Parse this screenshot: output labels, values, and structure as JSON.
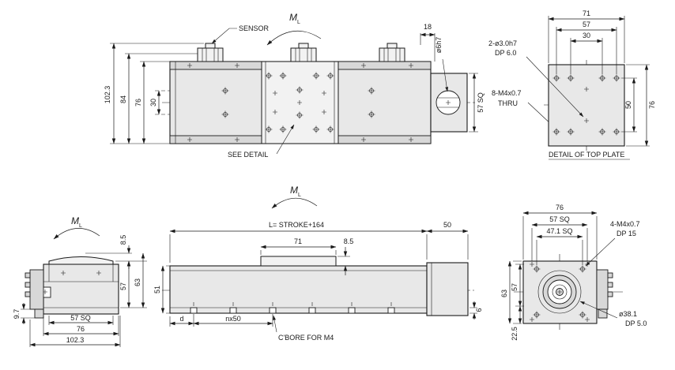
{
  "colors": {
    "line": "#1a1a1a",
    "body_fill": "#e8e8e8",
    "light_fill": "#f2f2f2",
    "accent_fill": "#d8d8d8",
    "bg": "#ffffff"
  },
  "views": {
    "top_plan": {
      "sensor_label": "SENSOR",
      "moment": "M",
      "moment_sub": "L",
      "dim_102_3": "102.3",
      "dim_84": "84",
      "dim_76": "76",
      "dim_30": "30",
      "dim_18": "18",
      "shaft_dia": "ø6h7",
      "dim_57sq": "57 SQ",
      "note_m4_1": "8-M4x0.7",
      "note_m4_2": "THRU",
      "see_detail": "SEE DETAIL"
    },
    "detail_plate": {
      "note_dowel_1": "2-ø3.0h7",
      "note_dowel_2": "DP 6.0",
      "dim_71": "71",
      "dim_57": "57",
      "dim_30": "30",
      "dim_50": "50",
      "dim_76": "76",
      "title": "DETAIL OF TOP PLATE"
    },
    "end_left": {
      "moment": "M",
      "moment_sub": "L",
      "dim_8_5": "8.5",
      "dim_57": "57",
      "dim_63": "63",
      "dim_9_7": "9.7",
      "dim_57sq": "57 SQ",
      "dim_76": "76",
      "dim_102_3": "102.3"
    },
    "side": {
      "moment": "M",
      "moment_sub": "L",
      "dim_length": "L= STROKE+164",
      "dim_71": "71",
      "dim_8_5": "8.5",
      "dim_50": "50",
      "dim_51": "51",
      "dim_d": "d",
      "dim_nx50": "nx50",
      "note_cbore": "C'BORE FOR M4",
      "dim_6": "6"
    },
    "end_right": {
      "dim_76": "76",
      "dim_57sq": "57 SQ",
      "dim_47sq": "47.1 SQ",
      "note_m4_1": "4-M4x0.7",
      "note_m4_2": "DP 15",
      "dim_63": "63",
      "dim_57": "57",
      "dim_22_5": "22.5",
      "note_pilot_1": "ø38.1",
      "note_pilot_2": "DP 5.0"
    }
  }
}
